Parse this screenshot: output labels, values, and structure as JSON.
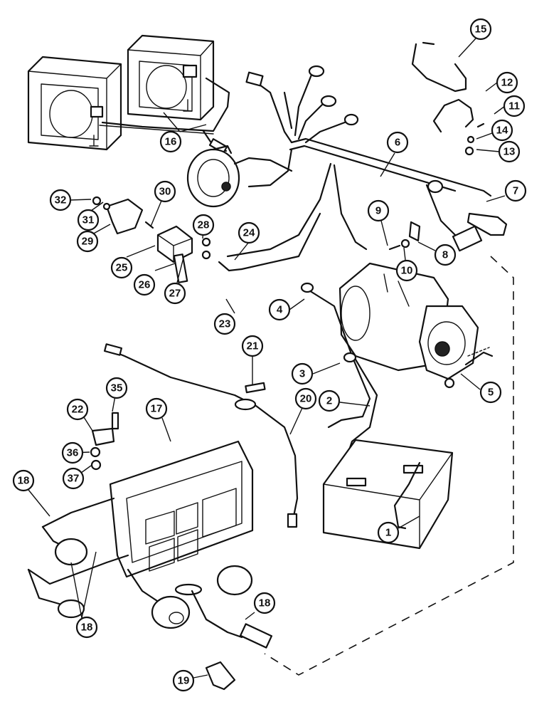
{
  "colors": {
    "ink": "#111111",
    "background": "#ffffff"
  },
  "callouts": [
    {
      "label": "1"
    },
    {
      "label": "2"
    },
    {
      "label": "3"
    },
    {
      "label": "4"
    },
    {
      "label": "5"
    },
    {
      "label": "6"
    },
    {
      "label": "7"
    },
    {
      "label": "8"
    },
    {
      "label": "9"
    },
    {
      "label": "10"
    },
    {
      "label": "11"
    },
    {
      "label": "12"
    },
    {
      "label": "13"
    },
    {
      "label": "14"
    },
    {
      "label": "15"
    },
    {
      "label": "16"
    },
    {
      "label": "17"
    },
    {
      "label": "18"
    },
    {
      "label": "18"
    },
    {
      "label": "18"
    },
    {
      "label": "19"
    },
    {
      "label": "20"
    },
    {
      "label": "21"
    },
    {
      "label": "22"
    },
    {
      "label": "23"
    },
    {
      "label": "24"
    },
    {
      "label": "25"
    },
    {
      "label": "26"
    },
    {
      "label": "27"
    },
    {
      "label": "28"
    },
    {
      "label": "29"
    },
    {
      "label": "30"
    },
    {
      "label": "31"
    },
    {
      "label": "32"
    },
    {
      "label": "35"
    },
    {
      "label": "36"
    },
    {
      "label": "37"
    }
  ]
}
